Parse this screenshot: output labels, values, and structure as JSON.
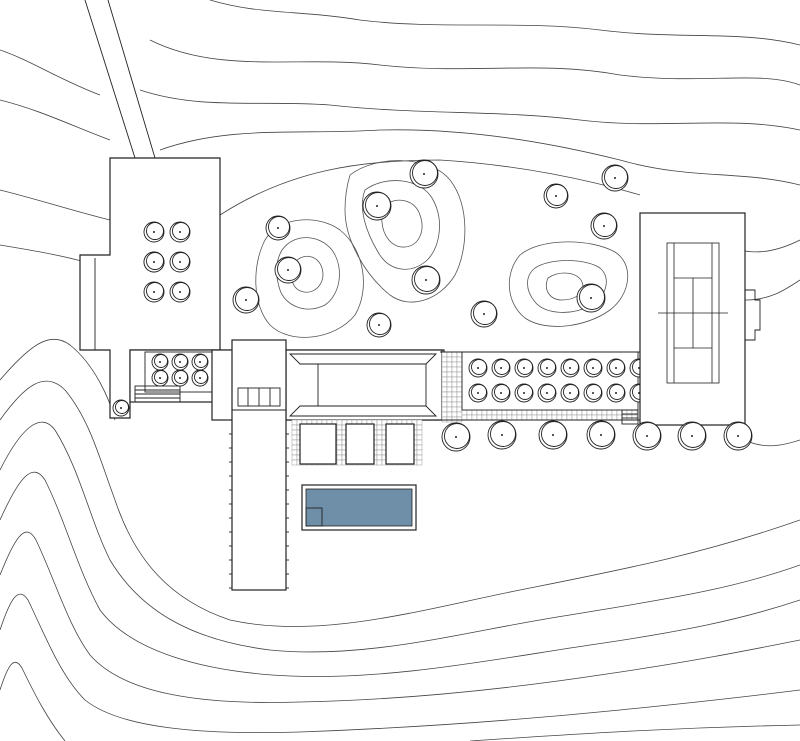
{
  "colors": {
    "pool_fill": "#6f8fa8",
    "line": "#222222",
    "background": "#ffffff"
  },
  "features": {
    "pool": "swimming-pool",
    "court": "tennis-court",
    "house": "house-volume",
    "pier": "long-pier-wing"
  }
}
